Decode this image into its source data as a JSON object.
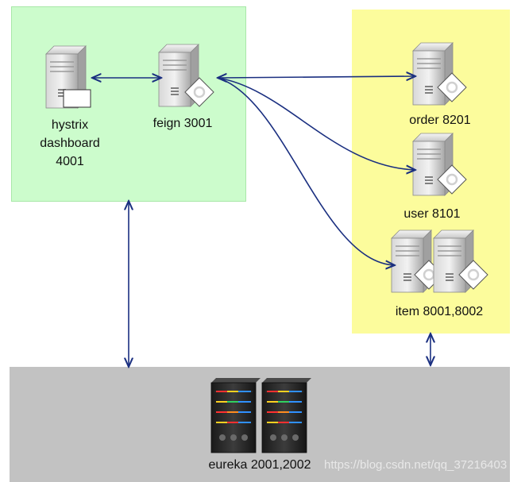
{
  "colors": {
    "green_region": "#ccfccc",
    "yellow_region": "#fcfc9c",
    "gray_region": "#c2c2c2",
    "arrow": "#1a2f80"
  },
  "nodes": {
    "hystrix": {
      "label_lines": [
        "hystrix",
        "dashboard",
        "4001"
      ],
      "icon": "server-with-monitor-icon"
    },
    "feign": {
      "label": "feign 3001",
      "icon": "server-icon"
    },
    "order": {
      "label": "order 8201",
      "icon": "server-icon"
    },
    "user": {
      "label": "user 8101",
      "icon": "server-icon"
    },
    "item": {
      "label": "item 8001,8002",
      "icon": "double-server-icon"
    },
    "eureka": {
      "label": "eureka 2001,2002",
      "icon": "rack-server-icon"
    }
  },
  "watermark": "https://blog.csdn.net/qq_37216403"
}
